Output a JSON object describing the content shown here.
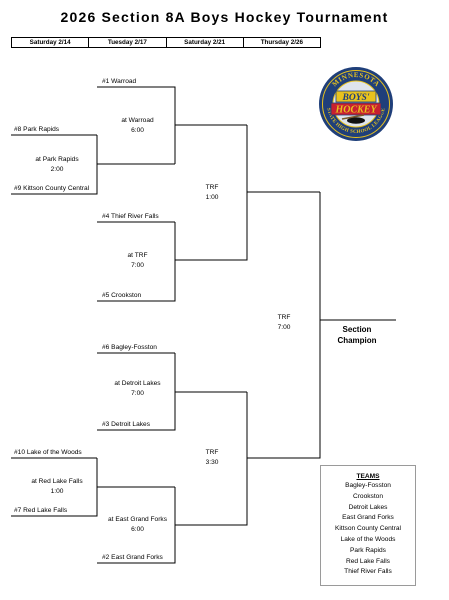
{
  "title": "2026 Section 8A Boys Hockey Tournament",
  "dates": [
    "Saturday 2/14",
    "Tuesday 2/17",
    "Saturday 2/21",
    "Thursday 2/26"
  ],
  "teams": {
    "warroad": "#1 Warroad",
    "park_rapids": "#8 Park Rapids",
    "kittson": "#9 Kittson County Central",
    "thief_river_falls": "#4 Thief River Falls",
    "crookston": "#5 Crookston",
    "bagley_fosston": "#6 Bagley-Fosston",
    "detroit_lakes": "#3 Detroit Lakes",
    "lake_of_the_woods": "#10 Lake of the Woods",
    "red_lake_falls": "#7 Red Lake Falls",
    "east_grand_forks": "#2 East Grand Forks"
  },
  "games": {
    "g1": {
      "site": "at Park Rapids",
      "time": "2:00"
    },
    "g2": {
      "site": "at Red Lake Falls",
      "time": "1:00"
    },
    "qf1": {
      "site": "at Warroad",
      "time": "6:00"
    },
    "qf2": {
      "site": "at TRF",
      "time": "7:00"
    },
    "qf3": {
      "site": "at Detroit Lakes",
      "time": "7:00"
    },
    "qf4": {
      "site": "at East Grand Forks",
      "time": "6:00"
    },
    "sf1": {
      "site": "TRF",
      "time": "1:00"
    },
    "sf2": {
      "site": "TRF",
      "time": "3:30"
    },
    "final": {
      "site": "TRF",
      "time": "7:00"
    }
  },
  "champion": {
    "line1": "Section",
    "line2": "Champion"
  },
  "logo": {
    "top": "MINNESOTA",
    "mid1": "BOYS'",
    "mid2": "HOCKEY",
    "bottom": "STATE HIGH SCHOOL LEAGUE"
  },
  "team_list": {
    "heading": "TEAMS",
    "items": [
      "Bagley-Fosston",
      "Crookston",
      "Detroit Lakes",
      "East Grand Forks",
      "Kittson County Central",
      "Lake of the Woods",
      "Park Rapids",
      "Red Lake Falls",
      "Thief River Falls"
    ]
  },
  "colors": {
    "logo_navy": "#1f3f7a",
    "logo_gold": "#e8c21e",
    "logo_red": "#c8202f"
  }
}
